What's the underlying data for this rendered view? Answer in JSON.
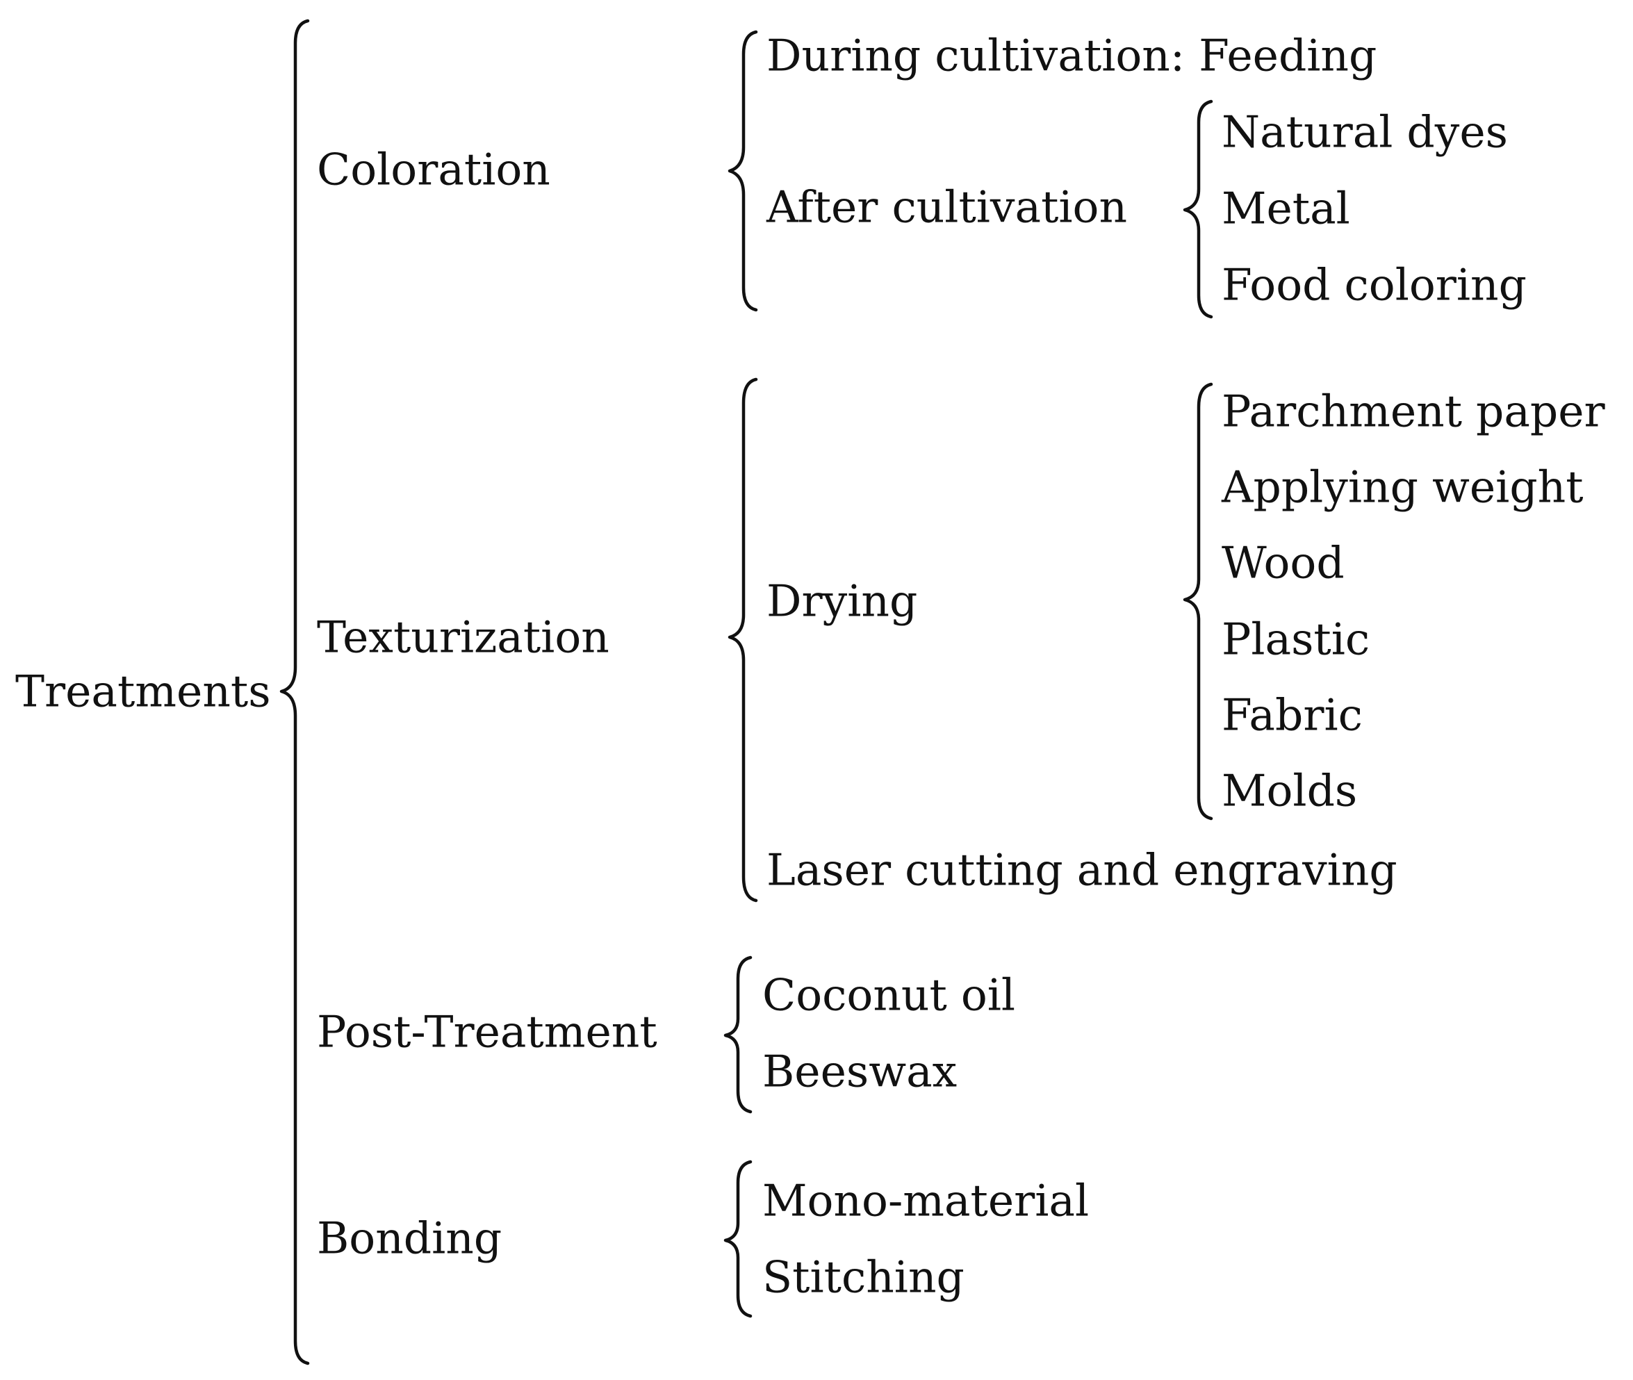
{
  "root": {
    "label": "Treatments"
  },
  "coloration": {
    "label": "Coloration",
    "during": "During cultivation: Feeding",
    "after": "After cultivation",
    "after_items": [
      "Natural dyes",
      "Metal",
      "Food coloring"
    ]
  },
  "texturization": {
    "label": "Texturization",
    "drying": "Drying",
    "drying_items": [
      "Parchment paper",
      "Applying weight",
      "Wood",
      "Plastic",
      "Fabric",
      "Molds"
    ],
    "laser": "Laser cutting and engraving"
  },
  "post_treatment": {
    "label": "Post-Treatment",
    "items": [
      "Coconut oil",
      "Beeswax"
    ]
  },
  "bonding": {
    "label": "Bonding",
    "items": [
      "Mono-material",
      "Stitching"
    ]
  }
}
